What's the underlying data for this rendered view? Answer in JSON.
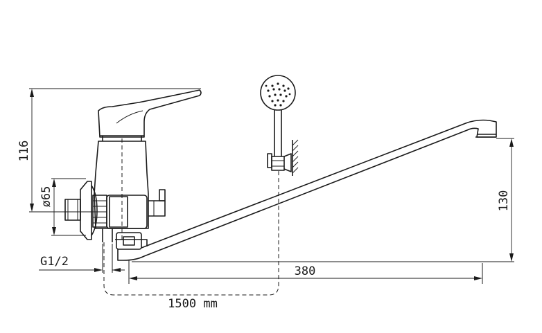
{
  "dimensions": {
    "height_total": "116",
    "body_diameter": "ø65",
    "thread": "G1/2",
    "spout_length": "380",
    "spout_height": "130",
    "hose_length": "1500 mm"
  },
  "icons": {
    "faucet": "mixer-tap-drawing",
    "shower_head": "hand-shower-icon",
    "wall_holder": "wall-bracket-icon"
  },
  "colors": {
    "line": "#1a1a1a",
    "background": "#ffffff"
  }
}
